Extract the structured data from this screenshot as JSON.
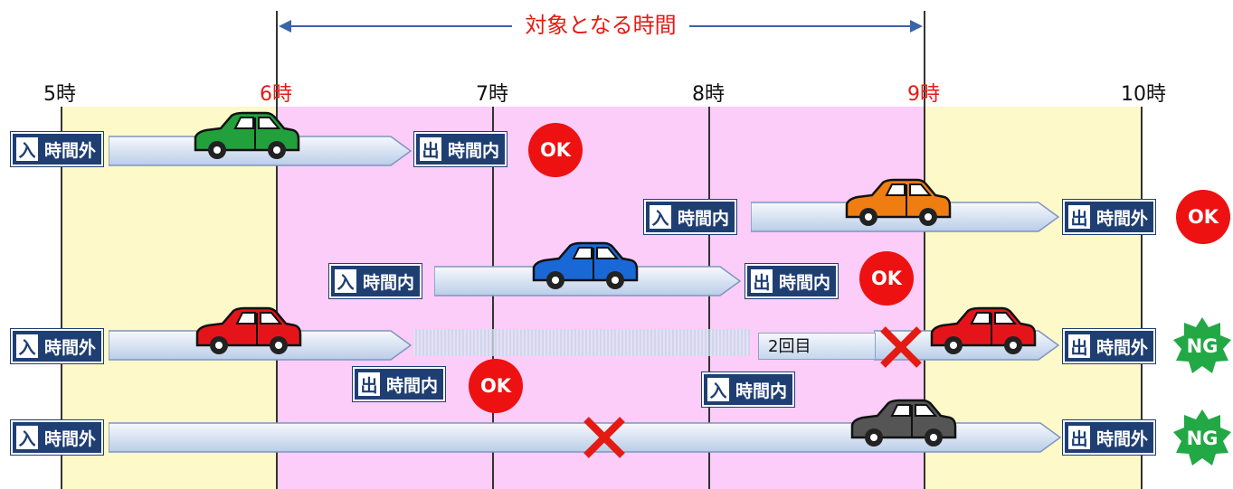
{
  "title": "対象となる時間",
  "hours": [
    {
      "label": "5時",
      "highlight": false
    },
    {
      "label": "6時",
      "highlight": true
    },
    {
      "label": "7時",
      "highlight": false
    },
    {
      "label": "8時",
      "highlight": false
    },
    {
      "label": "9時",
      "highlight": true
    },
    {
      "label": "10時",
      "highlight": false
    }
  ],
  "colors": {
    "outside": "#fdf9c8",
    "inside": "#fbcdf8",
    "red": "#e41b13",
    "badge": "#1f3f73",
    "ok": "#ee1111",
    "ng": "#22a845"
  },
  "labels": {
    "in": "入",
    "out": "出",
    "outside": "時間外",
    "inside": "時間内",
    "ok": "OK",
    "ng": "NG",
    "second": "2回目"
  },
  "cars": [
    {
      "color": "#22a03c",
      "result": "OK",
      "entry": "時間外",
      "exit": "時間内"
    },
    {
      "color": "#ef7d12",
      "result": "OK",
      "entry": "時間内",
      "exit": "時間外"
    },
    {
      "color": "#1a68d6",
      "result": "OK",
      "entry": "時間内",
      "exit": "時間内"
    },
    {
      "color": "#e5141b",
      "result": "NG",
      "entry": "時間外",
      "exit": "時間外"
    },
    {
      "color": "#555555",
      "result": "NG",
      "entry": "時間外",
      "exit": "時間外"
    }
  ]
}
